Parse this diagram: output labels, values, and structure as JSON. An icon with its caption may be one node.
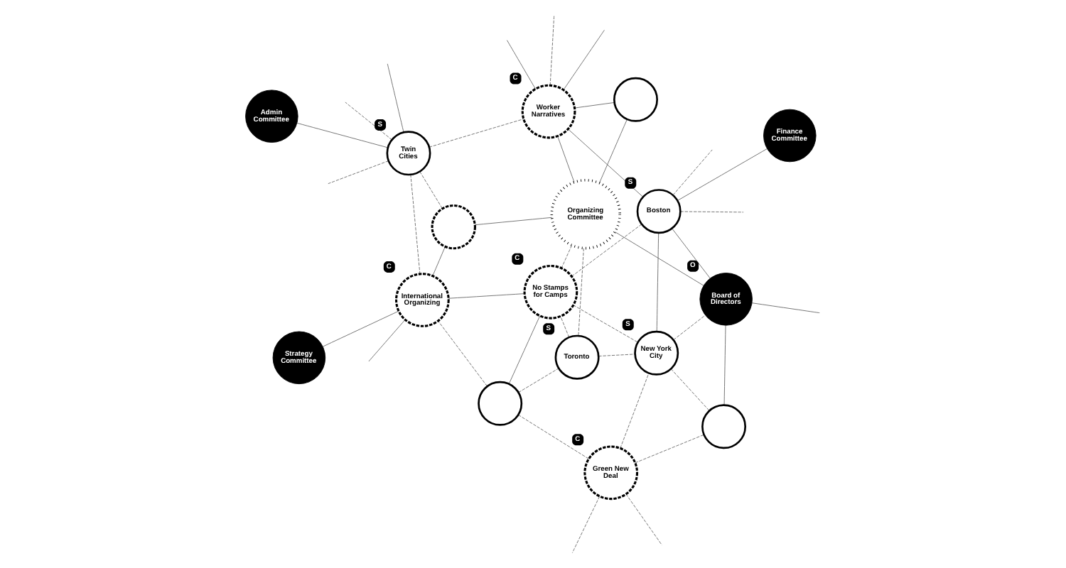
{
  "diagram": {
    "nodes": [
      {
        "text": [],
        "shape": "circle"
      },
      {
        "text": [],
        "shape": "circle"
      },
      {
        "text": [
          "Twin Cities"
        ],
        "beside": [
          "S"
        ]
      },
      {
        "text": [
          "International Organizing"
        ],
        "beside": [
          "C"
        ]
      },
      {
        "text": [
          "Green New Deal"
        ],
        "beside": [
          "C"
        ]
      },
      {
        "text": [
          "Strategy Committee"
        ]
      },
      {
        "text": [
          "Toronto"
        ],
        "beside": [
          "S"
        ]
      },
      {
        "text": [
          "Admin Committee"
        ]
      },
      {
        "text": [
          "Organizing Committee"
        ]
      },
      {
        "text": [
          "No Stamps for Camps"
        ],
        "beside": [
          "C"
        ]
      },
      {
        "text": [
          "New York City"
        ],
        "beside": [
          "S"
        ]
      },
      {
        "text": [
          "Finance Committee"
        ]
      },
      {
        "text": [],
        "shape": "circle"
      },
      {
        "text": [
          "Worker Narratives"
        ],
        "beside": [
          "C"
        ]
      },
      {
        "text": [
          "Boston"
        ],
        "beside": [
          "S"
        ]
      },
      {
        "text": [
          "Board of Directors"
        ],
        "beside": [
          "O"
        ]
      },
      {
        "text": [],
        "shape": "circle"
      }
    ],
    "edges": [
      {
        "from": 2,
        "to": null,
        "arrow": "none"
      },
      {
        "from": 2,
        "to": null,
        "arrow": "none",
        "style": "dashed"
      },
      {
        "from": 2,
        "to": 0,
        "arrow": "none",
        "style": "dashed"
      },
      {
        "from": 2,
        "to": 3,
        "arrow": "none",
        "style": "dashed"
      },
      {
        "from": 2,
        "to": 7,
        "arrow": "none"
      },
      {
        "from": 2,
        "to": null,
        "arrow": "none",
        "style": "dashed"
      },
      {
        "from": 2,
        "to": 13,
        "arrow": "none",
        "style": "dashed"
      },
      {
        "from": 0,
        "to": 8,
        "arrow": "none"
      },
      {
        "from": 0,
        "to": 3,
        "arrow": "none"
      },
      {
        "from": null,
        "to": 3,
        "arrow": "none"
      },
      {
        "from": 1,
        "to": 3,
        "arrow": "none",
        "style": "dashed"
      },
      {
        "from": 1,
        "to": 9,
        "arrow": "none"
      },
      {
        "from": 1,
        "to": 6,
        "arrow": "none",
        "style": "dashed"
      },
      {
        "from": 1,
        "to": 4,
        "arrow": "none",
        "style": "dashed"
      },
      {
        "from": 4,
        "to": null,
        "arrow": "none",
        "style": "dashed"
      },
      {
        "from": 4,
        "to": null,
        "arrow": "none",
        "style": "dashed"
      },
      {
        "from": 4,
        "to": 10,
        "arrow": "none",
        "style": "dashed"
      },
      {
        "from": 4,
        "to": 16,
        "arrow": "none",
        "style": "dashed"
      },
      {
        "from": 5,
        "to": 3,
        "arrow": "none"
      },
      {
        "from": 3,
        "to": 9,
        "arrow": "none"
      },
      {
        "from": 8,
        "to": 6,
        "arrow": "none",
        "style": "dashed"
      },
      {
        "from": 8,
        "to": 9,
        "arrow": "none",
        "style": "dashed"
      },
      {
        "from": 8,
        "to": 15,
        "arrow": "none"
      },
      {
        "from": 12,
        "to": 8,
        "arrow": "none"
      },
      {
        "from": 13,
        "to": 8,
        "arrow": "none"
      },
      {
        "from": 6,
        "to": 9,
        "arrow": "none",
        "style": "dashed"
      },
      {
        "from": 6,
        "to": 10,
        "arrow": "none",
        "style": "dashed"
      },
      {
        "from": 9,
        "to": 10,
        "arrow": "none",
        "style": "dashed"
      },
      {
        "from": 9,
        "to": 14,
        "arrow": "none",
        "style": "dashed"
      },
      {
        "from": 11,
        "to": 14,
        "arrow": "none"
      },
      {
        "from": 10,
        "to": 14,
        "arrow": "none"
      },
      {
        "from": 10,
        "to": 15,
        "arrow": "none",
        "style": "dashed"
      },
      {
        "from": 10,
        "to": 16,
        "arrow": "none",
        "style": "dashed"
      },
      {
        "from": 12,
        "to": 13,
        "arrow": "none"
      },
      {
        "from": 13,
        "to": 14,
        "arrow": "none"
      },
      {
        "from": 13,
        "to": null,
        "arrow": "none"
      },
      {
        "from": 13,
        "to": null,
        "arrow": "none",
        "style": "dashed"
      },
      {
        "from": 13,
        "to": null,
        "arrow": "none"
      },
      {
        "from": 14,
        "to": 15,
        "arrow": "none"
      },
      {
        "from": 14,
        "to": null,
        "arrow": "none",
        "style": "dashed"
      },
      {
        "from": 14,
        "to": null,
        "arrow": "none",
        "style": "dashed"
      },
      {
        "from": 15,
        "to": 16,
        "arrow": "none"
      },
      {
        "from": 15,
        "to": null,
        "arrow": "none"
      }
    ]
  }
}
